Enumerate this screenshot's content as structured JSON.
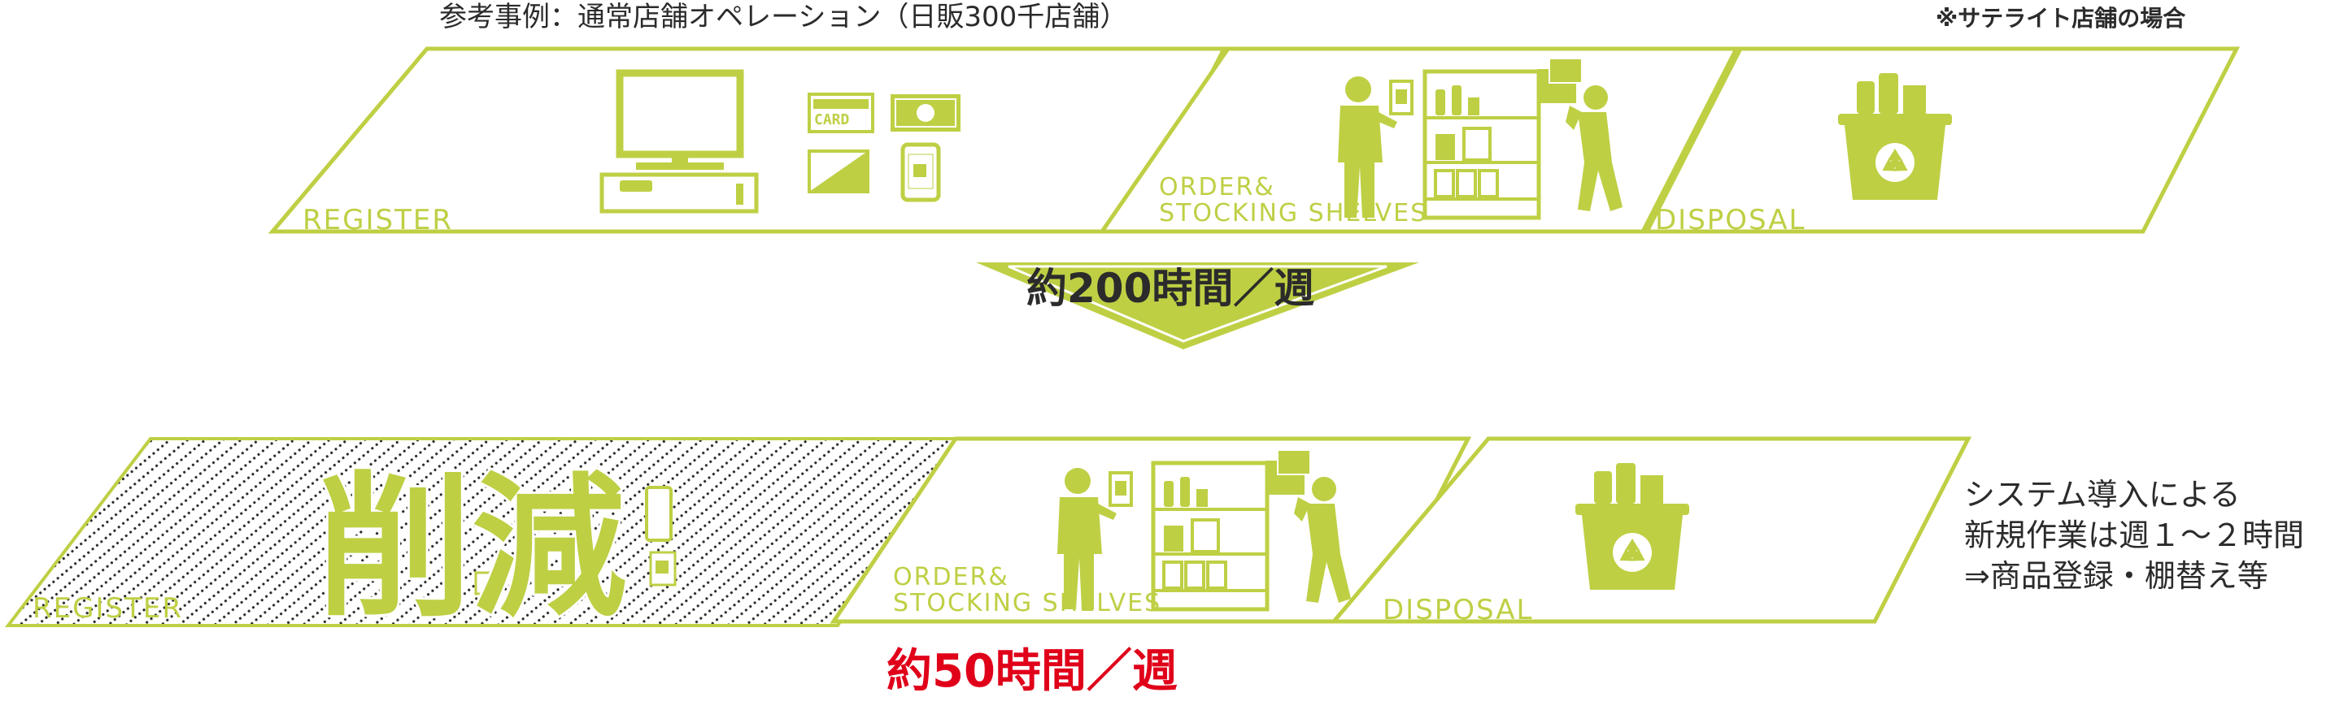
{
  "header": {
    "title": "参考事例：通常店舗オペレーション（日販300千店舗）",
    "note": "※サテライト店舗の場合"
  },
  "colors": {
    "accent": "#bfcf44",
    "text": "#2b2b2b",
    "red": "#e0001a",
    "white": "#ffffff"
  },
  "before": {
    "panels": [
      {
        "label": "REGISTER"
      },
      {
        "label_line1": "ORDER&",
        "label_line2": "STOCKING SHELVES"
      },
      {
        "label": "DISPOSAL"
      }
    ],
    "card_text": "CARD",
    "hours": "約200時間／週"
  },
  "after": {
    "panels": [
      {
        "label": "REGISTER"
      },
      {
        "label_line1": "ORDER&",
        "label_line2": "STOCKING SHELVES"
      },
      {
        "label": "DISPOSAL"
      }
    ],
    "reduction": "削減",
    "hours": "約50時間／週",
    "side_note": [
      "システム導入による",
      "新規作業は週１～２時間",
      "⇒商品登録・棚替え等"
    ]
  }
}
